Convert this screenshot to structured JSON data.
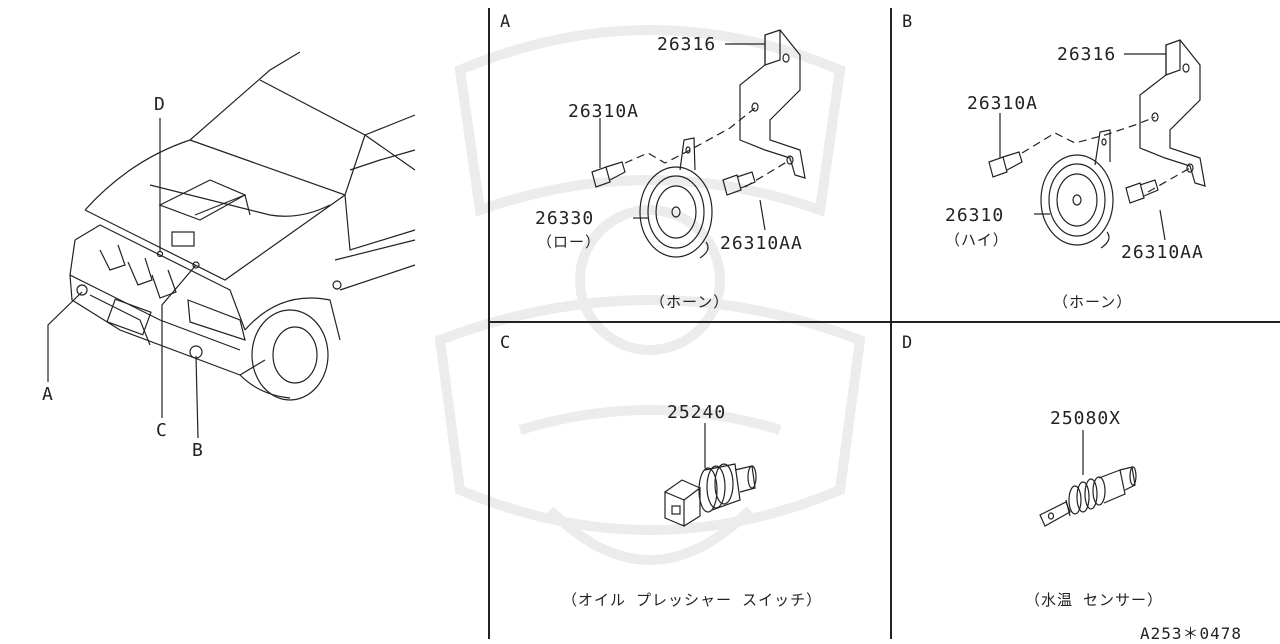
{
  "overview": {
    "callouts": {
      "a": "A",
      "b": "B",
      "c": "C",
      "d": "D"
    }
  },
  "panels": {
    "a": {
      "letter": "A",
      "parts": {
        "bracket": "26316",
        "bolt_left": "26310A",
        "horn": "26330",
        "horn_sub": "（ロー）",
        "bolt_right": "26310AA"
      },
      "caption": "（ホーン）"
    },
    "b": {
      "letter": "B",
      "parts": {
        "bracket": "26316",
        "bolt_left": "26310A",
        "horn": "26310",
        "horn_sub": "（ハイ）",
        "bolt_right": "26310AA"
      },
      "caption": "（ホーン）"
    },
    "c": {
      "letter": "C",
      "parts": {
        "switch": "25240"
      },
      "caption": "（オイル プレッシャー スイッチ）"
    },
    "d": {
      "letter": "D",
      "parts": {
        "sensor": "25080X"
      },
      "caption": "（水温 センサー）"
    }
  },
  "footer": {
    "code": "A253＊0478"
  }
}
